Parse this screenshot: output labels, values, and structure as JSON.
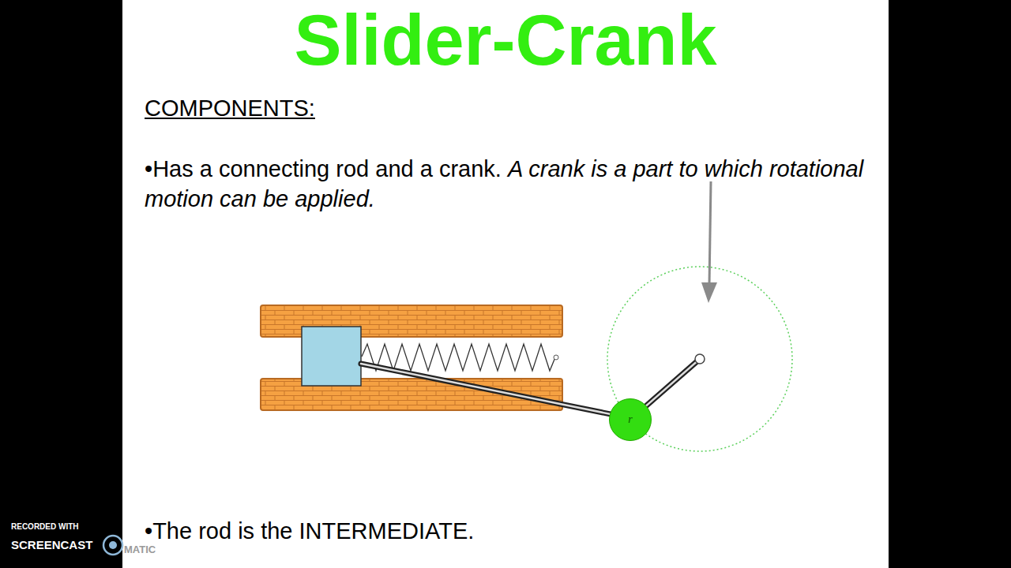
{
  "diagram": {
    "title": "Slider-Crank",
    "nodes": [
      {
        "text": [
          "r"
        ]
      }
    ],
    "labels": [
      "COMPONENTS:",
      "•Has a connecting rod and a crank.",
      "A crank is a part to which rotational motion can be applied.",
      "•The rod is the INTERMEDIATE.",
      "RECORDED WITH",
      "SCREENCAST",
      "MATIC"
    ]
  }
}
